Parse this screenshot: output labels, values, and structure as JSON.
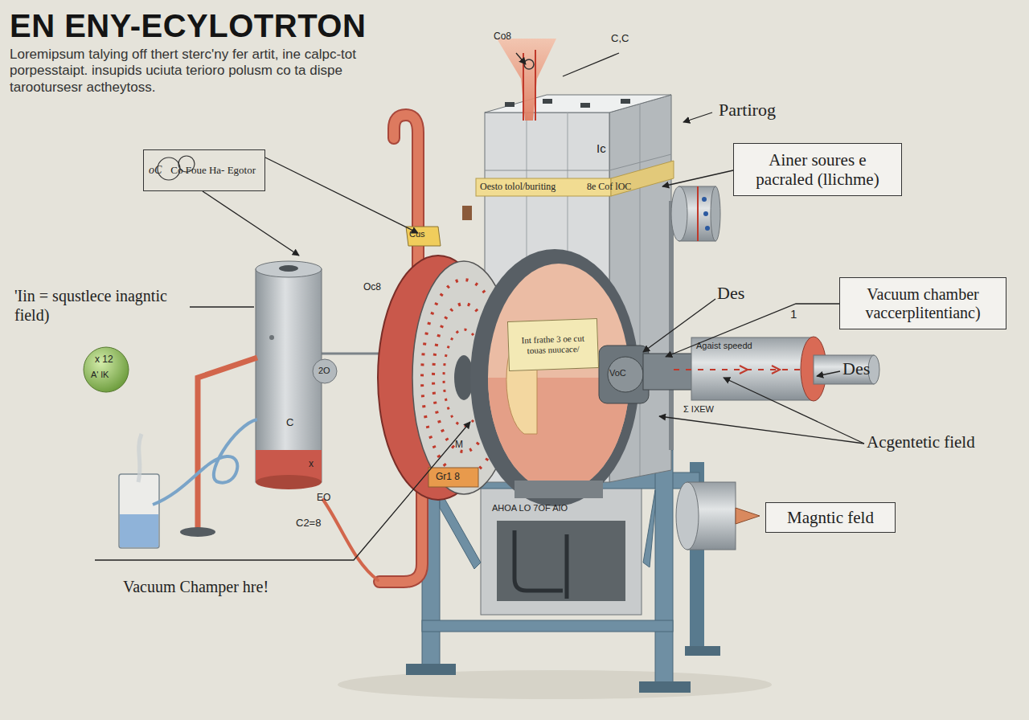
{
  "diagram": {
    "title": "EN ENY-ECYLOTRTON",
    "nodes": [
      {
        "text": [
          "oC",
          "Co Foue Ha- Egotor"
        ]
      },
      {
        "text": [
          "Ainer soures e pacraled (llichme)"
        ]
      },
      {
        "text": [
          "Vacuum chamber vaccerplitentianc)"
        ]
      },
      {
        "text": [
          "Magntic feld"
        ]
      },
      {
        "text": [
          "Int frathe 3 oe cut touas nuucace/"
        ]
      }
    ],
    "labels": [
      "Loremipsum talying off thert sterc'ny fer artit, ine calpc-tot porpesstaipt. insupids uciuta terioro polusm co ta dispe tarootursesr actheytoss.",
      "Co8",
      "C,C",
      "Partirog",
      "Ic",
      "Oesto tolol/buriting",
      "8e Cof lOC",
      "Cus",
      "Des",
      "Des",
      "1",
      "Agaist speedd",
      "Σ IXEW",
      "VoC",
      "Acgentetic field",
      "'Iin = squstlece inagntic field)",
      "x 12",
      "A' lK",
      "Oc8",
      "2O",
      "C",
      "EO",
      "C2=8",
      "x",
      "Gr1 8",
      "M",
      "AHOA LO 7OF AIO",
      "Vacuum Champer hre!"
    ]
  }
}
